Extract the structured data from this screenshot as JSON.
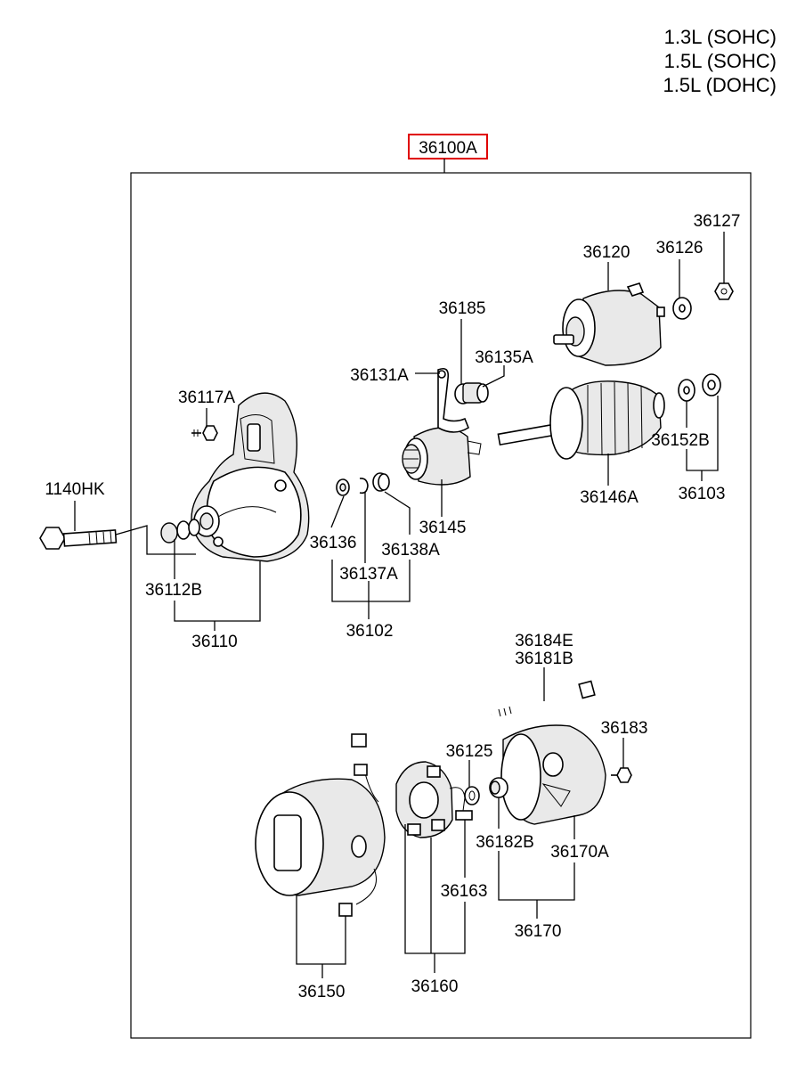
{
  "engines": [
    "1.3L (SOHC)",
    "1.5L (SOHC)",
    "1.5L (DOHC)"
  ],
  "assembly": {
    "code": "36100A",
    "highlight_color": "#e00000"
  },
  "parts": {
    "p36127": "36127",
    "p36120": "36120",
    "p36126": "36126",
    "p36185": "36185",
    "p36135A": "36135A",
    "p36131A": "36131A",
    "p36117A": "36117A",
    "p36152B": "36152B",
    "p1140HK": "1140HK",
    "p36146A": "36146A",
    "p36103": "36103",
    "p36145": "36145",
    "p36136": "36136",
    "p36138A": "36138A",
    "p36112B": "36112B",
    "p36137A": "36137A",
    "p36110": "36110",
    "p36102": "36102",
    "p36184E": "36184E",
    "p36181B": "36181B",
    "p36183": "36183",
    "p36125": "36125",
    "p36182B": "36182B",
    "p36170A": "36170A",
    "p36163": "36163",
    "p36170": "36170",
    "p36150": "36150",
    "p36160": "36160"
  }
}
